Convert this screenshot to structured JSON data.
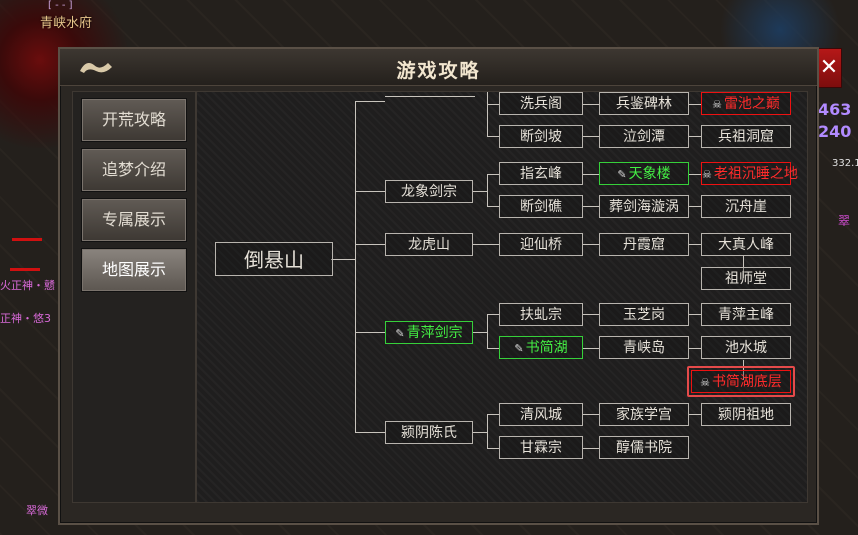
{
  "world": {
    "town_name": "青峡水府",
    "bracket": "[ - - ]",
    "hp_a": "463",
    "hp_b": "240",
    "coord": "332.1",
    "side_label": "翠",
    "npc_a": "火正神・戆",
    "npc_b": "正神・悠3",
    "npc_c": "翠微"
  },
  "panel": {
    "title": "游戏攻略",
    "close_label": "✕"
  },
  "menu": {
    "items": [
      {
        "label": "开荒攻略",
        "active": false
      },
      {
        "label": "追梦介绍",
        "active": false
      },
      {
        "label": "专属展示",
        "active": false
      },
      {
        "label": "地图展示",
        "active": true
      }
    ]
  },
  "map": {
    "root": "倒悬山",
    "branches": [
      {
        "label": "龙象剑宗",
        "status": "normal"
      },
      {
        "label": "龙虎山",
        "status": "normal"
      },
      {
        "label": "青萍剑宗",
        "status": "green"
      },
      {
        "label": "颍阴陈氏",
        "status": "normal"
      }
    ],
    "level2": {
      "xibingge": "洗兵阁",
      "duanjianpo": "断剑坡",
      "zhixuanfeng": "指玄峰",
      "duanjianjiao": "断剑礁",
      "yingxianqiao": "迎仙桥",
      "fuqiuzong": "扶虬宗",
      "shujianhu": "书简湖",
      "qingfengcheng": "清风城",
      "ganlinzong": "甘霖宗"
    },
    "level3": {
      "bingjianbeilin": "兵鉴碑林",
      "qijiantan": "泣剑潭",
      "tianxianglou": "天象楼",
      "zangjianhaixuanwo": "葬剑海漩涡",
      "danxiaku": "丹霞窟",
      "yuzhigang": "玉芝岗",
      "qingxiadao": "青峡岛",
      "jiazuxuegong": "家族学宫",
      "chunrushuyuan": "醇儒书院"
    },
    "level4": {
      "leichizhidian": "雷池之巅",
      "bingzudongku": "兵祖洞窟",
      "laozuchenshuizhidi": "老祖沉睡之地",
      "chenzhouya": "沉舟崖",
      "dazhenrenfeng": "大真人峰",
      "zushitang": "祖师堂",
      "qingpingzhufeng": "青萍主峰",
      "chishuicheng": "池水城",
      "shujianhudiceng": "书简湖底层",
      "yingyinzudi": "颍阴祖地"
    },
    "icons": {
      "green": "scroll-icon",
      "red": "skull-icon"
    }
  }
}
